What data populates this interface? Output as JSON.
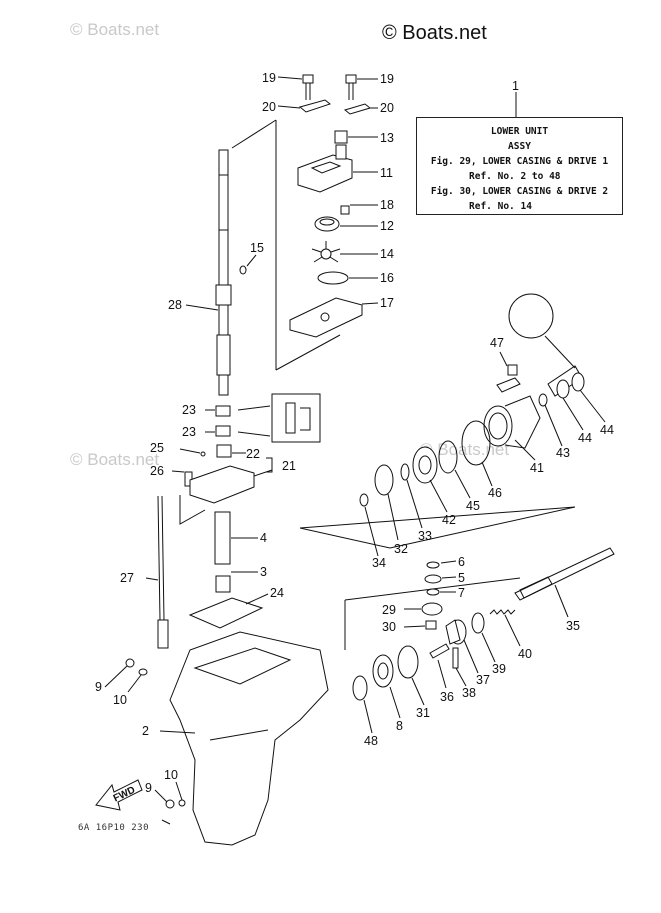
{
  "watermarks": {
    "main": "© Boats.net",
    "faint": [
      "© Boats.net",
      "© Boats.net",
      "© Boats.net"
    ]
  },
  "legend": {
    "line1": "LOWER UNIT",
    "line2": "ASSY",
    "line3": "Fig. 29, LOWER CASING & DRIVE 1",
    "line4": "Ref. No. 2 to 48",
    "line5": "Fig. 30, LOWER CASING & DRIVE 2",
    "line6": "Ref. No. 14"
  },
  "callouts": [
    {
      "id": "c1",
      "text": "1"
    },
    {
      "id": "c19a",
      "text": "19"
    },
    {
      "id": "c19b",
      "text": "19"
    },
    {
      "id": "c20a",
      "text": "20"
    },
    {
      "id": "c20b",
      "text": "20"
    },
    {
      "id": "c13",
      "text": "13"
    },
    {
      "id": "c11",
      "text": "11"
    },
    {
      "id": "c18",
      "text": "18"
    },
    {
      "id": "c12",
      "text": "12"
    },
    {
      "id": "c14",
      "text": "14"
    },
    {
      "id": "c16",
      "text": "16"
    },
    {
      "id": "c17",
      "text": "17"
    },
    {
      "id": "c15",
      "text": "15"
    },
    {
      "id": "c28",
      "text": "28"
    },
    {
      "id": "c47",
      "text": "47"
    },
    {
      "id": "c23a",
      "text": "23"
    },
    {
      "id": "c23b",
      "text": "23"
    },
    {
      "id": "c25",
      "text": "25"
    },
    {
      "id": "c22",
      "text": "22"
    },
    {
      "id": "c21",
      "text": "21"
    },
    {
      "id": "c26",
      "text": "26"
    },
    {
      "id": "c4",
      "text": "4"
    },
    {
      "id": "c3",
      "text": "3"
    },
    {
      "id": "c24",
      "text": "24"
    },
    {
      "id": "c27",
      "text": "27"
    },
    {
      "id": "c9a",
      "text": "9"
    },
    {
      "id": "c10a",
      "text": "10"
    },
    {
      "id": "c2",
      "text": "2"
    },
    {
      "id": "c10b",
      "text": "10"
    },
    {
      "id": "c9b",
      "text": "9"
    },
    {
      "id": "c43",
      "text": "43"
    },
    {
      "id": "c44a",
      "text": "44"
    },
    {
      "id": "c44b",
      "text": "44"
    },
    {
      "id": "c41",
      "text": "41"
    },
    {
      "id": "c46",
      "text": "46"
    },
    {
      "id": "c45",
      "text": "45"
    },
    {
      "id": "c42",
      "text": "42"
    },
    {
      "id": "c33",
      "text": "33"
    },
    {
      "id": "c32",
      "text": "32"
    },
    {
      "id": "c34",
      "text": "34"
    },
    {
      "id": "c6",
      "text": "6"
    },
    {
      "id": "c5",
      "text": "5"
    },
    {
      "id": "c7",
      "text": "7"
    },
    {
      "id": "c29",
      "text": "29"
    },
    {
      "id": "c30",
      "text": "30"
    },
    {
      "id": "c35",
      "text": "35"
    },
    {
      "id": "c40",
      "text": "40"
    },
    {
      "id": "c39",
      "text": "39"
    },
    {
      "id": "c37",
      "text": "37"
    },
    {
      "id": "c38",
      "text": "38"
    },
    {
      "id": "c36",
      "text": "36"
    },
    {
      "id": "c31",
      "text": "31"
    },
    {
      "id": "c8",
      "text": "8"
    },
    {
      "id": "c48",
      "text": "48"
    }
  ],
  "fwd_label": "FWD",
  "drawing_code": "6A 16P10 230"
}
